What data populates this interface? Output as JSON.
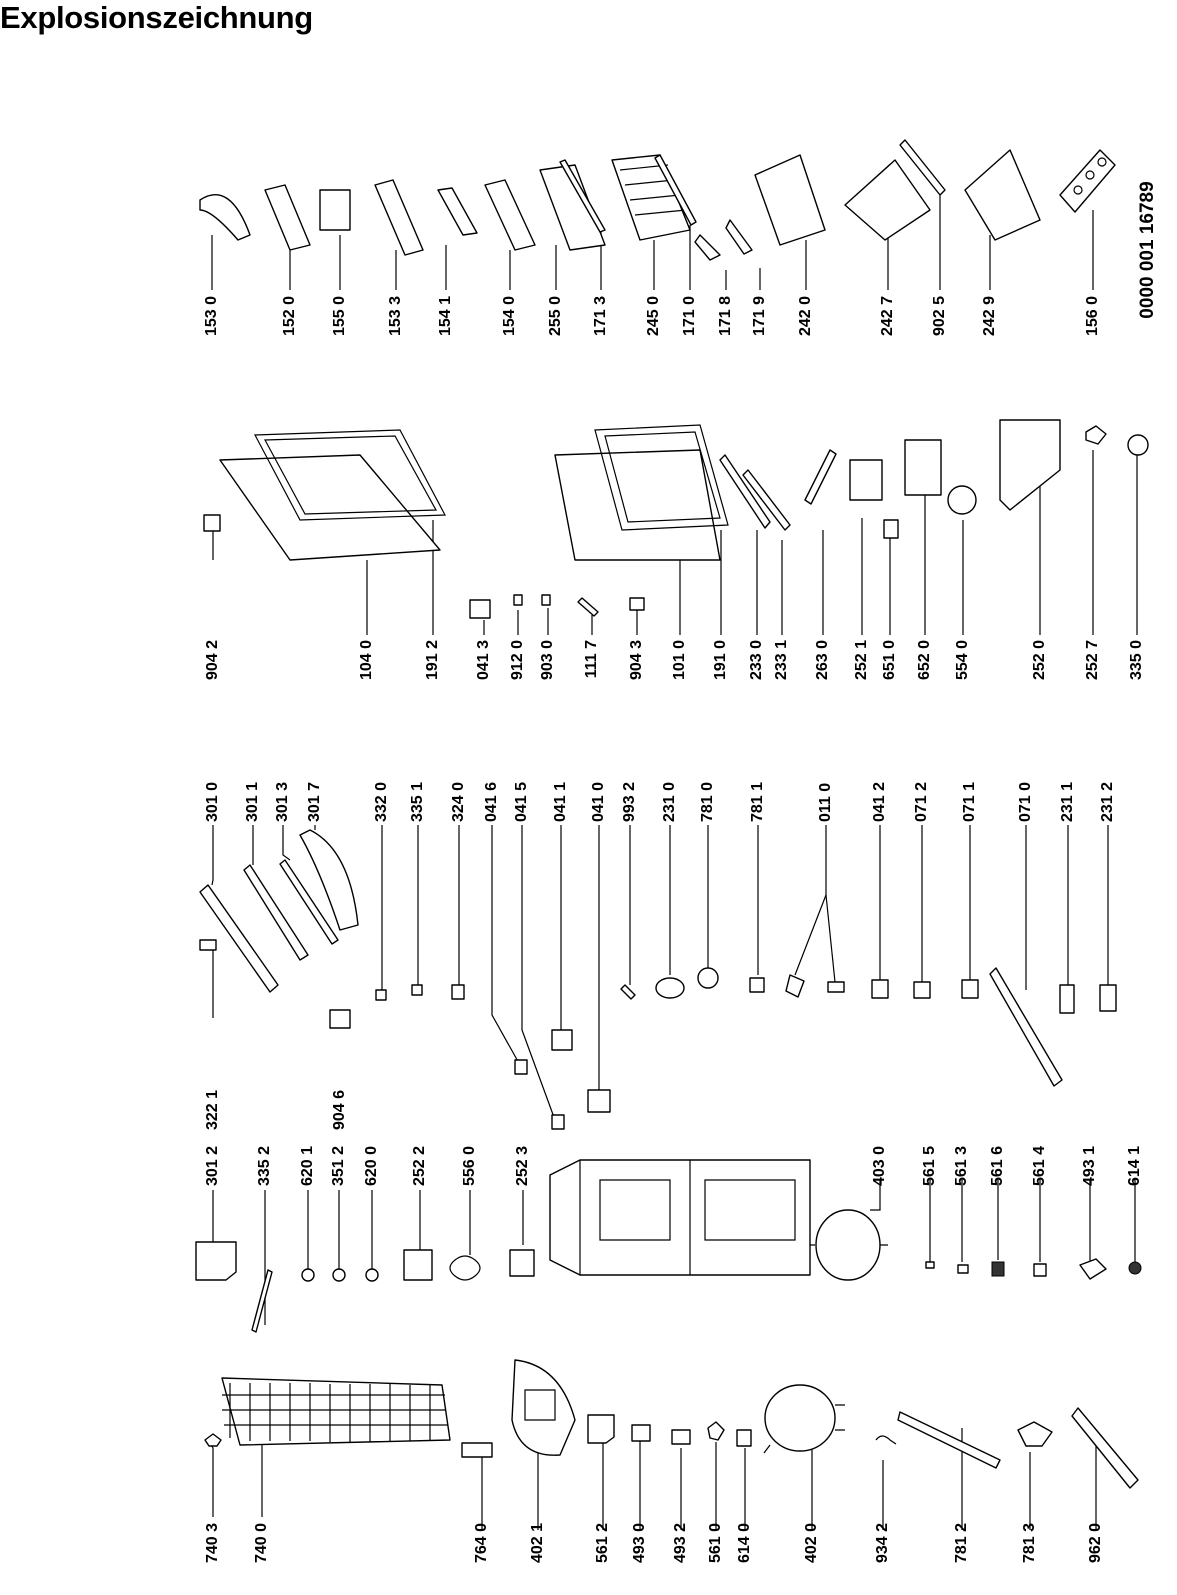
{
  "title": "Explosionszeichnung",
  "drawing_code": "0000 001 16789",
  "columns": [
    [
      "740 3",
      "740 0",
      "764 0",
      "402 1",
      "561 2",
      "493 0",
      "493 2",
      "561 0",
      "614 0",
      "402 0",
      "934 2",
      "781 2",
      "781 3",
      "962 0"
    ],
    [
      "301 2",
      "335 2",
      "620 1",
      "351 2",
      "620 0",
      "252 2",
      "556 0",
      "252 3",
      "403 0",
      "561 5",
      "561 3",
      "561 6",
      "561 4",
      "493 1",
      "614 1"
    ],
    [
      "322 1",
      "904 6",
      "301 0",
      "301 1",
      "301 3",
      "301 7",
      "332 0",
      "335 1",
      "324 0",
      "041 6",
      "041 5",
      "041 1",
      "041 0",
      "993 2",
      "231 0",
      "781 0",
      "781 1",
      "011 0",
      "041 2",
      "071 2",
      "071 1",
      "071 0",
      "231 1",
      "231 2"
    ],
    [
      "904 2",
      "104 0",
      "191 2",
      "041 3",
      "912 0",
      "903 0",
      "111 7",
      "904 3",
      "101 0",
      "191 0",
      "233 0",
      "233 1",
      "263 0",
      "252 1",
      "651 0",
      "652 0",
      "554 0",
      "252 0",
      "252 7",
      "335 0"
    ],
    [
      "153 0",
      "152 0",
      "155 0",
      "153 3",
      "154 1",
      "154 0",
      "255 0",
      "171 3",
      "245 0",
      "171 0",
      "171 8",
      "171 9",
      "242 0",
      "242 7",
      "902 5",
      "242 9",
      "156 0"
    ]
  ]
}
